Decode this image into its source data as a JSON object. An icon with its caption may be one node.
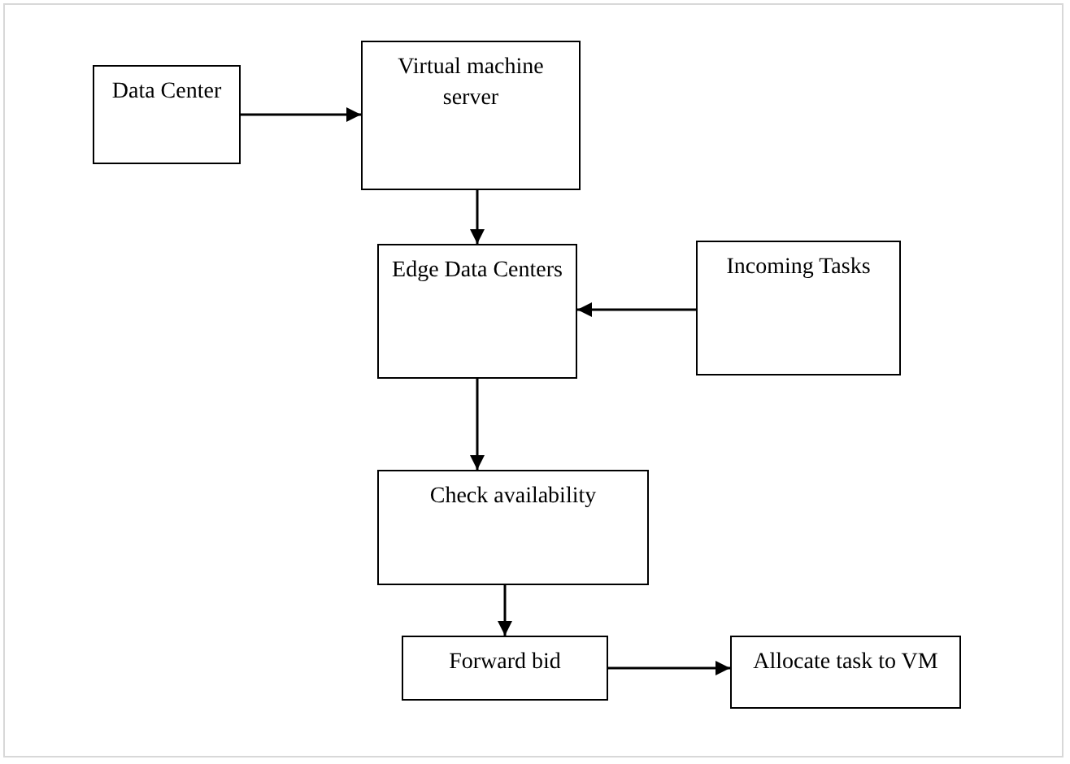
{
  "diagram": {
    "nodes": [
      {
        "text": [
          "Data Center"
        ]
      },
      {
        "text": [
          "Virtual machine server"
        ]
      },
      {
        "text": [
          "Edge Data Centers"
        ]
      },
      {
        "text": [
          "Incoming Tasks"
        ]
      },
      {
        "text": [
          "Check availability"
        ]
      },
      {
        "text": [
          "Forward bid"
        ]
      },
      {
        "text": [
          "Allocate task to VM"
        ]
      }
    ],
    "edges": [
      {
        "from": 0,
        "to": 1,
        "arrow": "to"
      },
      {
        "from": 1,
        "to": 2,
        "arrow": "to"
      },
      {
        "from": 3,
        "to": 2,
        "arrow": "to"
      },
      {
        "from": 2,
        "to": 4,
        "arrow": "to"
      },
      {
        "from": 4,
        "to": 5,
        "arrow": "to"
      },
      {
        "from": 5,
        "to": 6,
        "arrow": "to"
      }
    ]
  }
}
